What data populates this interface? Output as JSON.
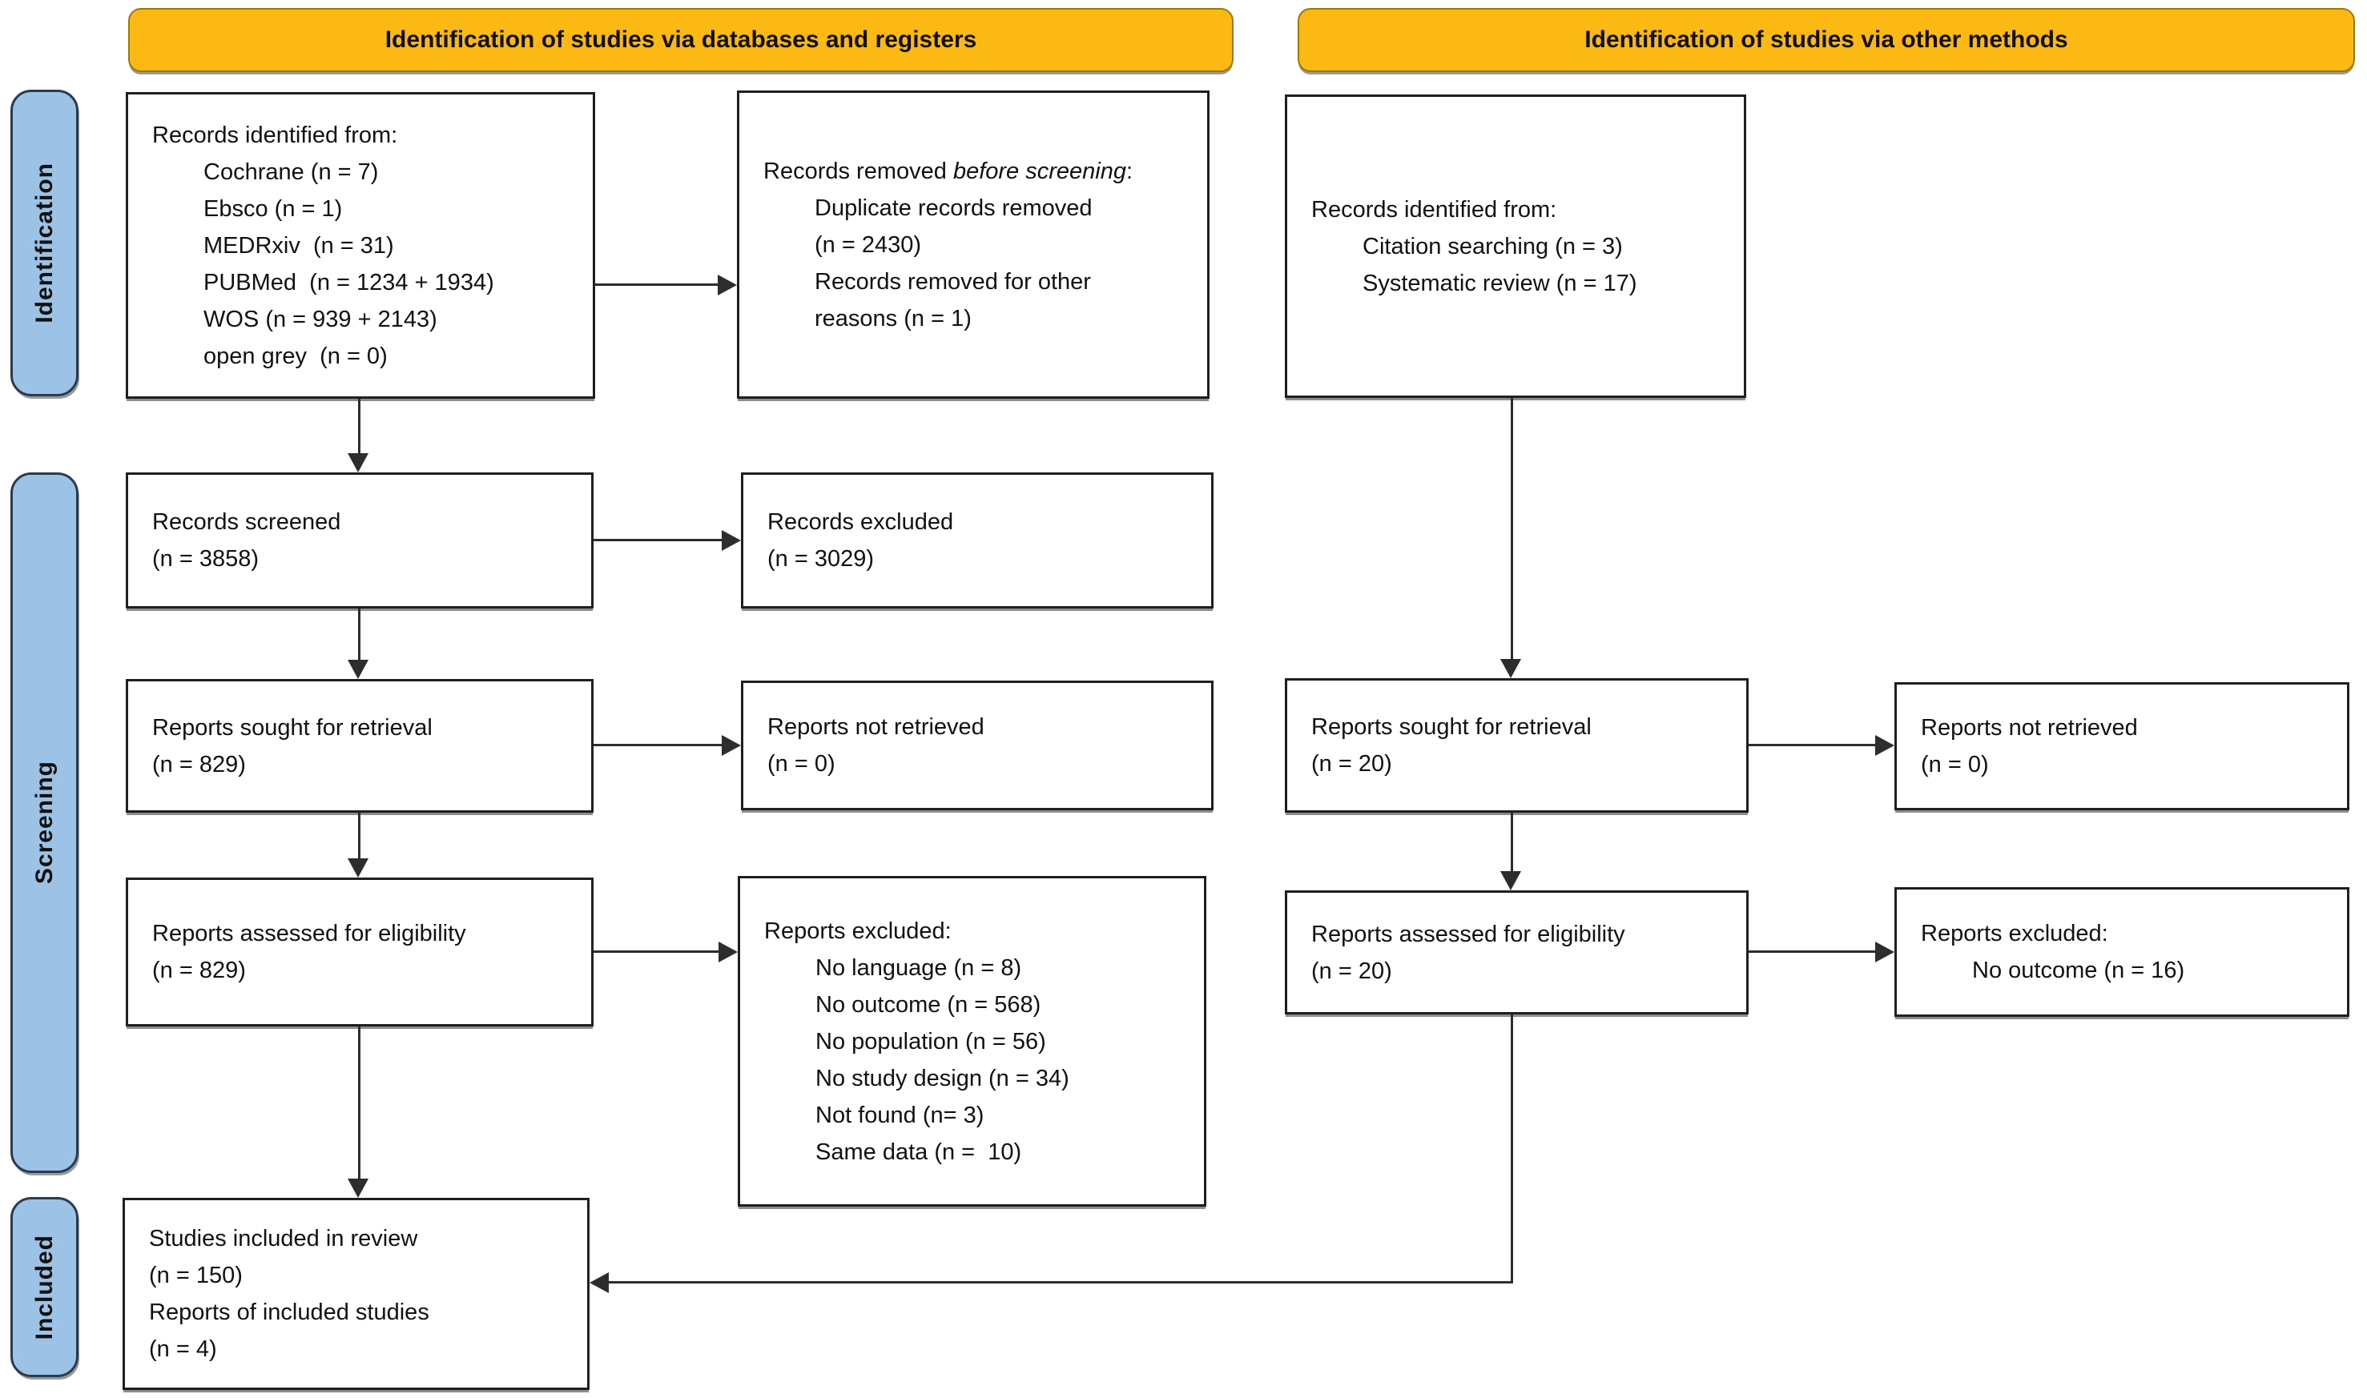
{
  "colors": {
    "banner_fill": "#FCB813",
    "banner_border": "#9C7A00",
    "sidebar_fill": "#9CC3E5",
    "sidebar_border": "#2B3A4F",
    "box_border": "#1F1F1F",
    "arrow": "#2D2D2D"
  },
  "banners": {
    "databases": "Identification of studies via databases and registers",
    "other": "Identification of studies via other methods"
  },
  "sidebar": {
    "identification": "Identification",
    "screening": "Screening",
    "included": "Included"
  },
  "boxes": {
    "records_identified_db": [
      {
        "t": "Records identified from:",
        "i": 0
      },
      {
        "t": "Cochrane (n = 7)",
        "i": 1
      },
      {
        "t": "Ebsco (n = 1)",
        "i": 1
      },
      {
        "t": "MEDRxiv  (n = 31)",
        "i": 1
      },
      {
        "t": "PUBMed  (n = 1234 + 1934)",
        "i": 1
      },
      {
        "t": "WOS (n = 939 + 2143)",
        "i": 1
      },
      {
        "t": "open grey  (n = 0)",
        "i": 1
      }
    ],
    "records_removed": [
      {
        "t": "Records removed ",
        "em": "before screening",
        "t2": ":",
        "i": 0
      },
      {
        "t": "Duplicate records removed",
        "i": 1
      },
      {
        "t": "(n = 2430)",
        "i": 1
      },
      {
        "t": "Records removed for other",
        "i": 1
      },
      {
        "t": "reasons (n = 1)",
        "i": 1
      }
    ],
    "records_identified_other": [
      {
        "t": "Records identified from:",
        "i": 0
      },
      {
        "t": "Citation searching (n = 3)",
        "i": 1
      },
      {
        "t": "Systematic review (n = 17)",
        "i": 1
      }
    ],
    "records_screened": [
      {
        "t": "Records screened",
        "i": 0
      },
      {
        "t": "(n = 3858)",
        "i": 0
      }
    ],
    "records_excluded": [
      {
        "t": "Records excluded",
        "i": 0
      },
      {
        "t": "(n = 3029)",
        "i": 0
      }
    ],
    "reports_sought_db": [
      {
        "t": "Reports sought for retrieval",
        "i": 0
      },
      {
        "t": "(n = 829)",
        "i": 0
      }
    ],
    "reports_not_retrieved_db": [
      {
        "t": "Reports not retrieved",
        "i": 0
      },
      {
        "t": "(n = 0)",
        "i": 0
      }
    ],
    "reports_assessed_db": [
      {
        "t": "Reports assessed for eligibility",
        "i": 0
      },
      {
        "t": "(n = 829)",
        "i": 0
      }
    ],
    "reports_excluded_db": [
      {
        "t": "Reports excluded:",
        "i": 0
      },
      {
        "t": "No language (n = 8)",
        "i": 1
      },
      {
        "t": "No outcome (n = 568)",
        "i": 1
      },
      {
        "t": "No population (n = 56)",
        "i": 1
      },
      {
        "t": "No study design (n = 34)",
        "i": 1
      },
      {
        "t": "Not found (n= 3)",
        "i": 1
      },
      {
        "t": "Same data (n =  10)",
        "i": 1
      }
    ],
    "studies_included": [
      {
        "t": "Studies included in review",
        "i": 0
      },
      {
        "t": "(n = 150)",
        "i": 0
      },
      {
        "t": "Reports of included studies",
        "i": 0
      },
      {
        "t": "(n = 4)",
        "i": 0
      }
    ],
    "reports_sought_other": [
      {
        "t": "Reports sought for retrieval",
        "i": 0
      },
      {
        "t": "(n = 20)",
        "i": 0
      }
    ],
    "reports_not_retrieved_other": [
      {
        "t": "Reports not retrieved",
        "i": 0
      },
      {
        "t": "(n = 0)",
        "i": 0
      }
    ],
    "reports_assessed_other": [
      {
        "t": "Reports assessed for eligibility",
        "i": 0
      },
      {
        "t": "(n = 20)",
        "i": 0
      }
    ],
    "reports_excluded_other": [
      {
        "t": "Reports excluded:",
        "i": 0
      },
      {
        "t": "No outcome (n = 16)",
        "i": 1
      }
    ]
  }
}
